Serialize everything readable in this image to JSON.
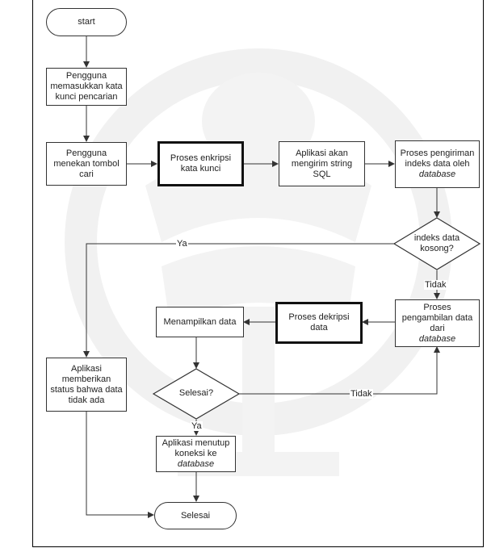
{
  "nodes": {
    "start": "start",
    "input_keyword": "Pengguna memasukkan kata kunci pencarian",
    "click_search": "Pengguna menekan tombol cari",
    "encrypt_keyword": "Proses enkripsi kata kunci",
    "send_sql": "Aplikasi akan mengirim string SQL",
    "send_index": {
      "text": "Proses pengiriman indeks data oleh",
      "italic": "database"
    },
    "index_empty_decision": "indeks data kosong?",
    "retrieve_data": {
      "text": "Proses pengambilan data dari",
      "italic": "database"
    },
    "decrypt_data": "Proses dekripsi data",
    "show_data": "Menampilkan data",
    "done_decision": "Selesai?",
    "close_connection": {
      "text": "Aplikasi menutup koneksi ke",
      "italic": "database"
    },
    "no_data_status": "Aplikasi memberikan status bahwa data tidak ada",
    "end": "Selesai"
  },
  "edge_labels": {
    "index_yes": "Ya",
    "index_no": "Tidak",
    "done_no": "Tidak",
    "done_yes": "Ya"
  },
  "colors": {
    "line": "#333333",
    "watermark": "#efefef"
  }
}
